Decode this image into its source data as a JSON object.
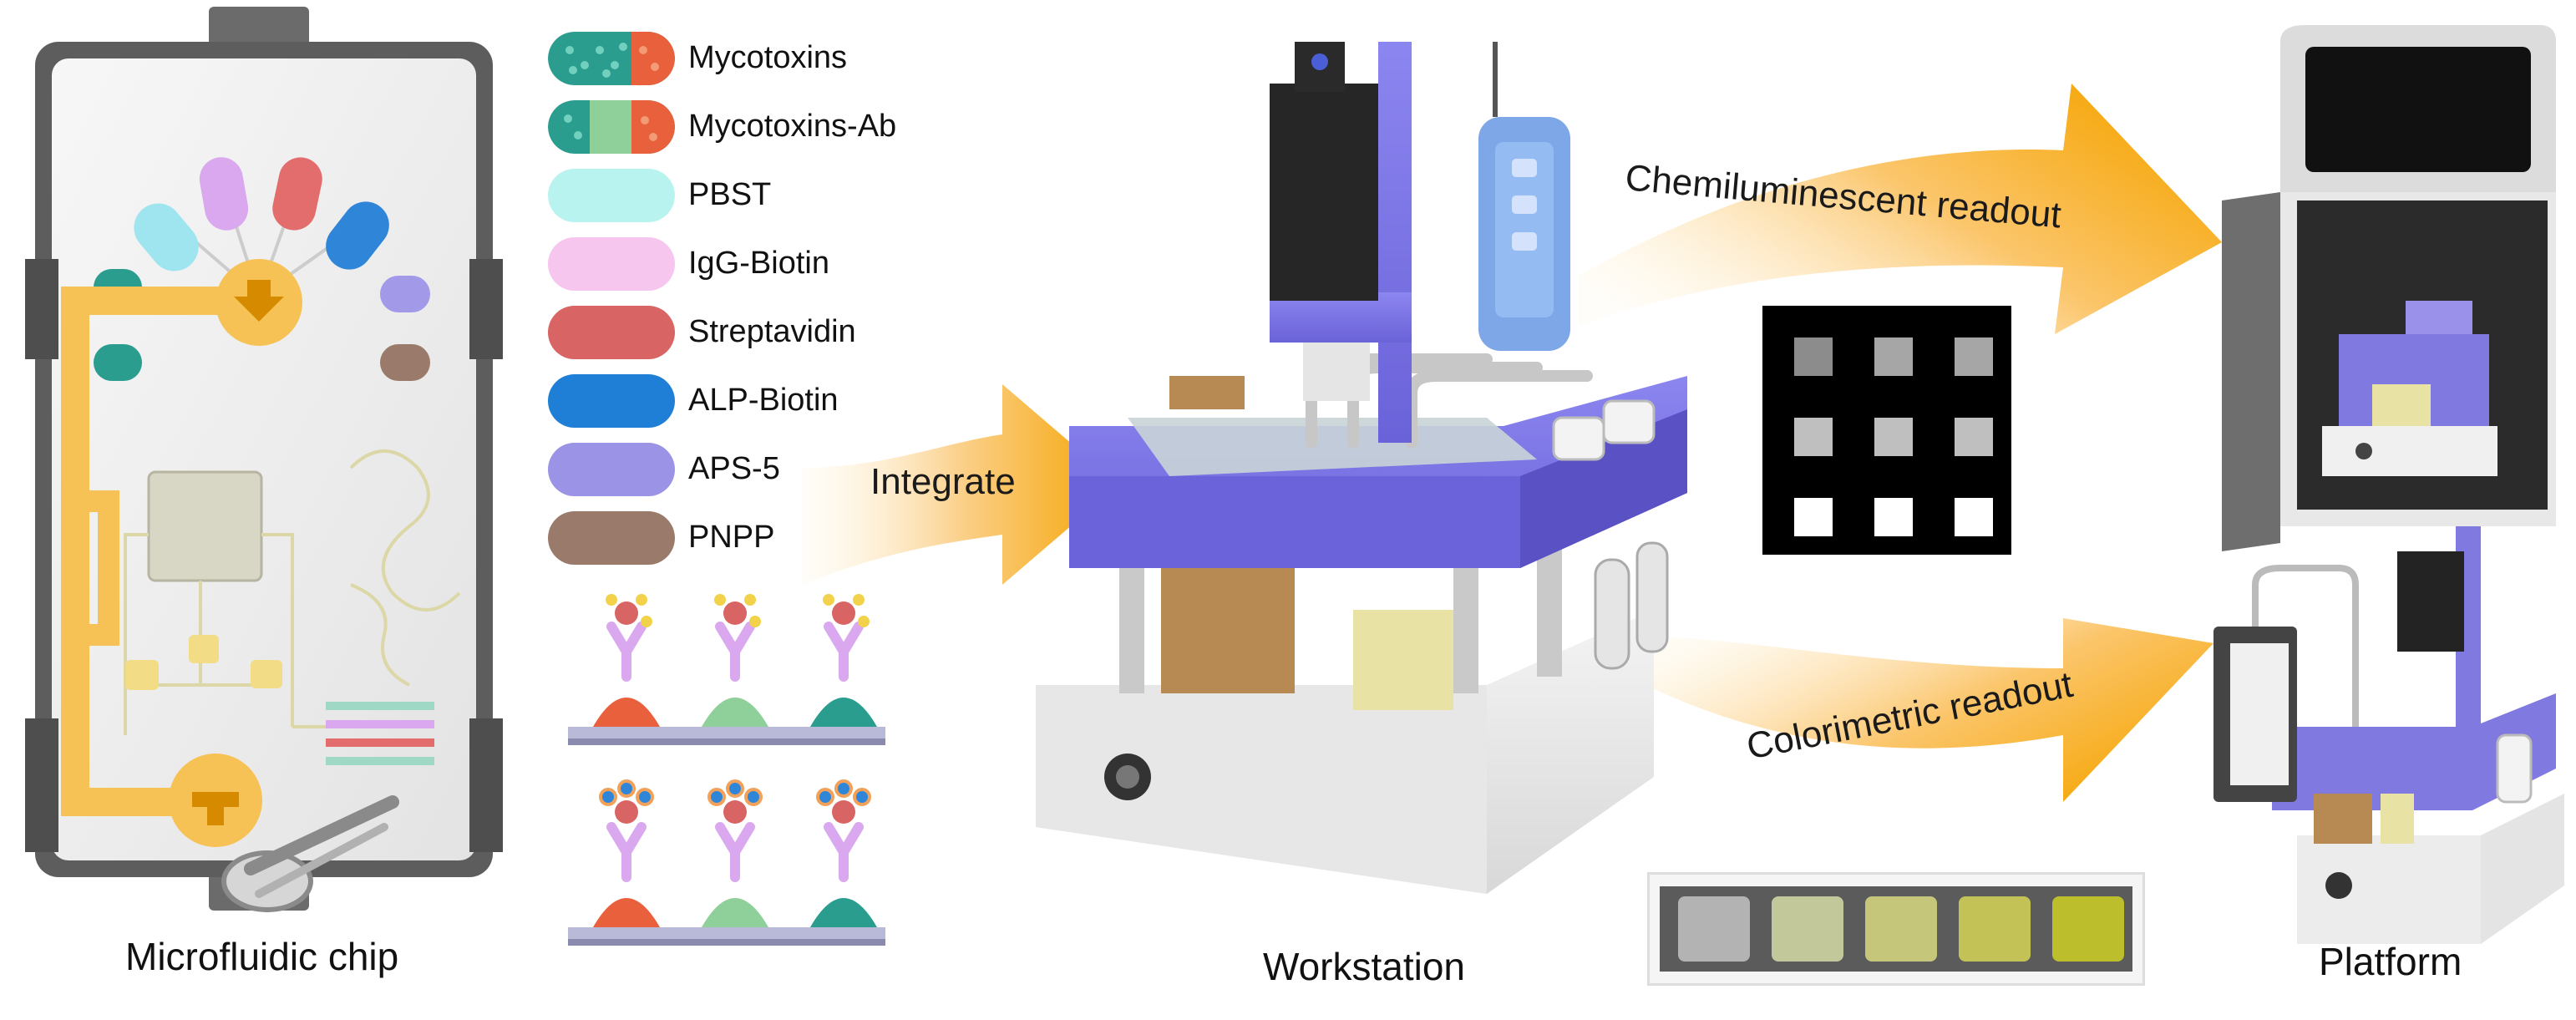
{
  "captions": {
    "chip": "Microfluidic chip",
    "workstation": "Workstation",
    "platform": "Platform"
  },
  "legend": [
    {
      "label": "Mycotoxins",
      "color": "#2a9d8f",
      "accent": "#e8613c",
      "pattern": "dots"
    },
    {
      "label": "Mycotoxins-Ab",
      "color": "#2a9d8f",
      "accent": "#e8613c",
      "pattern": "split"
    },
    {
      "label": "PBST",
      "color": "#b9f3f0",
      "pattern": "solid"
    },
    {
      "label": "IgG-Biotin",
      "color": "#f7c6ef",
      "pattern": "solid"
    },
    {
      "label": "Streptavidin",
      "color": "#d96464",
      "pattern": "solid"
    },
    {
      "label": "ALP-Biotin",
      "color": "#1f7fd6",
      "pattern": "solid"
    },
    {
      "label": "APS-5",
      "color": "#9b93e6",
      "pattern": "solid"
    },
    {
      "label": "PNPP",
      "color": "#9a7a6a",
      "pattern": "solid"
    }
  ],
  "arrows": {
    "integrate": "Integrate",
    "chemiluminescent": "Chemiluminescent readout",
    "colorimetric": "Colorimetric readout"
  },
  "colors": {
    "arrow_start": "#fff1d6",
    "arrow_end": "#f5a400",
    "device_blue": "#7f78e8",
    "chip_channel": "#f7c255",
    "housing": "#eeeeee"
  },
  "chemi_grid": [
    0.55,
    0.65,
    0.65,
    0.75,
    0.75,
    0.75,
    1.0,
    1.0,
    1.0
  ],
  "color_swatches": [
    "#b3b3b3",
    "#c3c89a",
    "#c6c67a",
    "#c3c256",
    "#bcbe2c"
  ]
}
